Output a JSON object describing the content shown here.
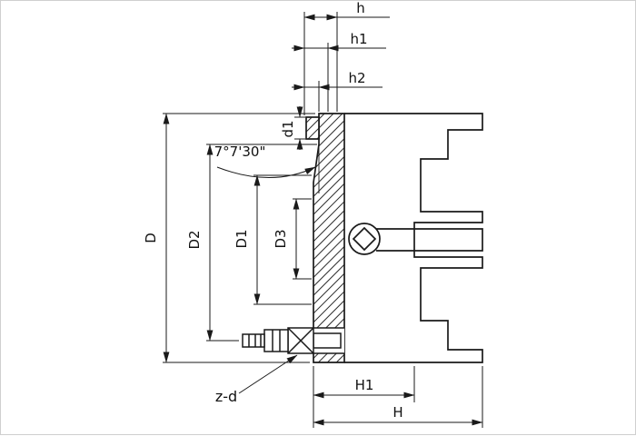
{
  "drawing": {
    "type": "technical-section-drawing",
    "subject": "lathe-chuck-cross-section",
    "labels": {
      "h": "h",
      "h1": "h1",
      "h2": "h2",
      "d1": "d1",
      "angle": "7°7'30\"",
      "D": "D",
      "D2": "D2",
      "D1": "D1",
      "D3": "D3",
      "zd": "z-d",
      "H1": "H1",
      "H": "H"
    },
    "colors": {
      "line": "#1a1a1a",
      "background": "#ffffff",
      "hatch": "#2a2a2a"
    }
  }
}
